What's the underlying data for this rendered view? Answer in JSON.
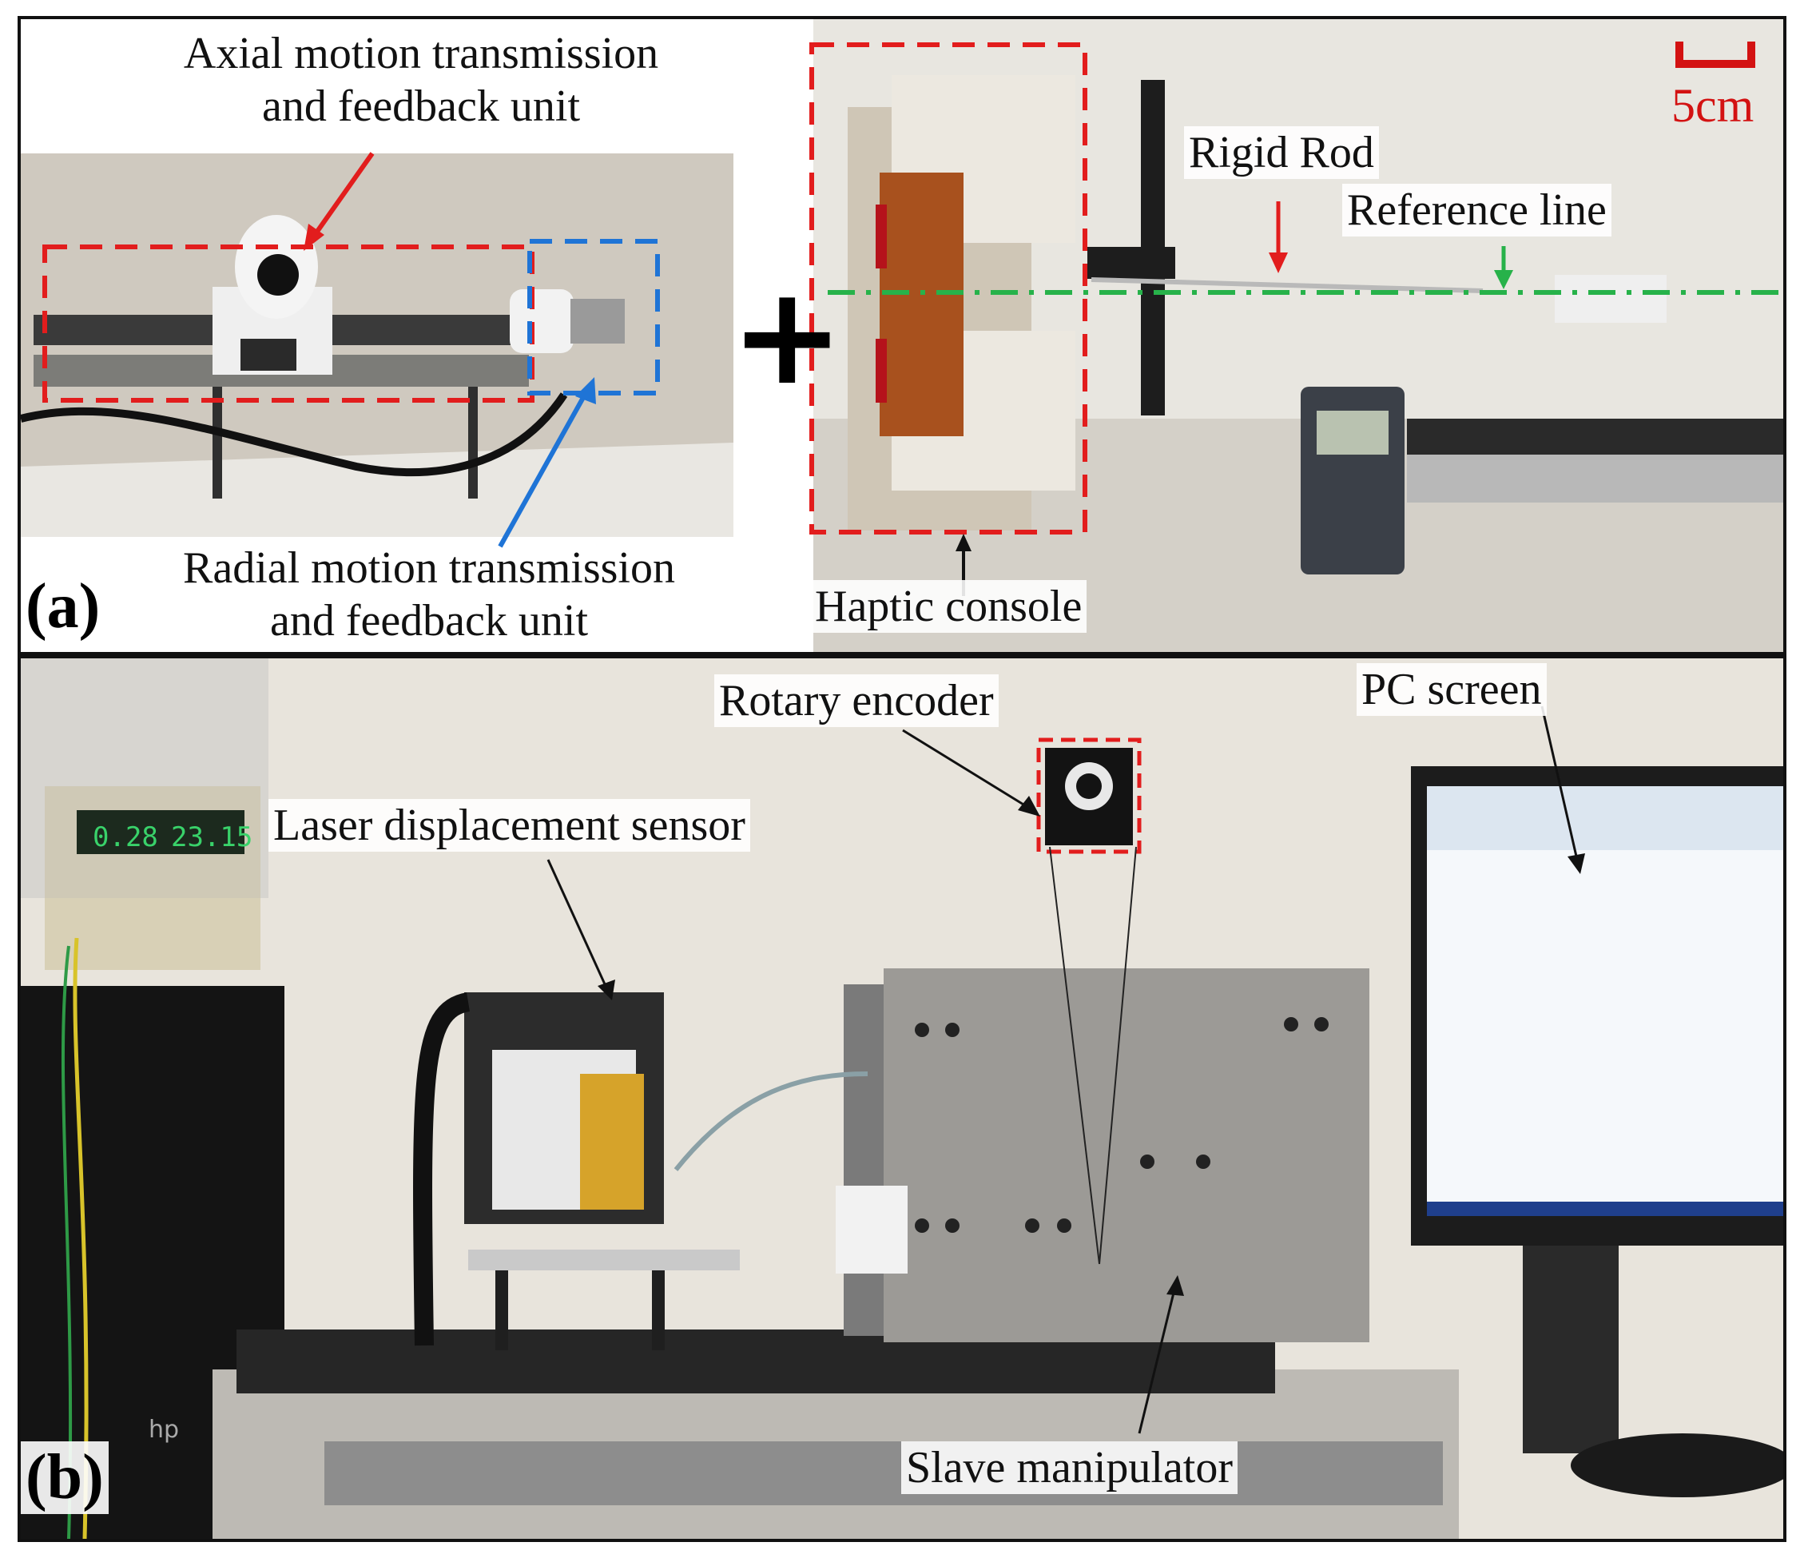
{
  "panel_a": {
    "letter": "(a)",
    "axial_label_1": "Axial motion transmission",
    "axial_label_2": "and feedback unit",
    "radial_label_1": "Radial motion transmission",
    "radial_label_2": "and feedback unit",
    "haptic_console": "Haptic console",
    "rigid_rod": "Rigid Rod",
    "reference_line": "Reference line",
    "scale_bar": "5cm",
    "plus_sign": "+"
  },
  "panel_b": {
    "letter": "(b)",
    "rotary_encoder": "Rotary encoder",
    "pc_screen": "PC screen",
    "laser_sensor": "Laser displacement sensor",
    "slave_manipulator": "Slave manipulator",
    "psu_readout_left": "0.28",
    "psu_readout_right": "23.15",
    "pc_brand": "hp"
  },
  "colors": {
    "dash_red": "#e21d1d",
    "dash_blue": "#1f74d6",
    "ref_green": "#27b24a",
    "arrow_red": "#e21d1d",
    "arrow_blue": "#1f74d6"
  }
}
